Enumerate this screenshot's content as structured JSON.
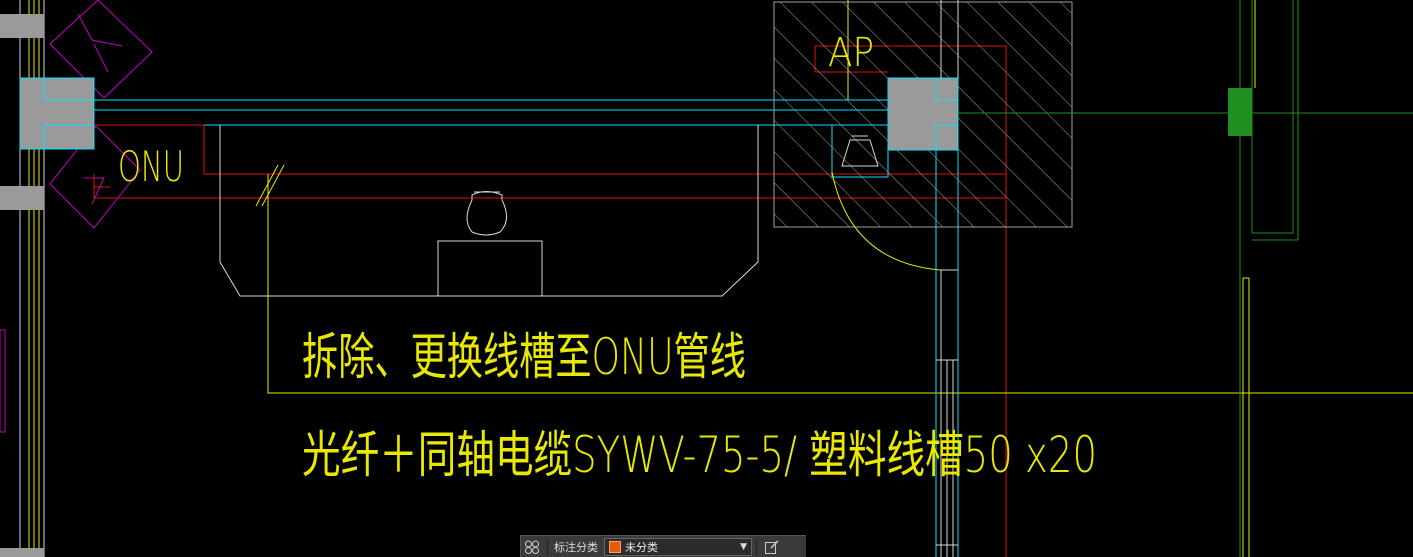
{
  "drawing": {
    "labels": {
      "ap": "AP",
      "onu": "ONU",
      "note_line1": "拆除、更换线槽至ONU管线",
      "note_line2": "光纤＋同轴电缆SYWV-75-5/ 塑料线槽50 x20"
    },
    "colors": {
      "background": "#000000",
      "cyan": "#00e5ff",
      "red": "#e01010",
      "white": "#d9d9d9",
      "yellow": "#e8e800",
      "magenta": "#c000c0",
      "green": "#1f8f1f",
      "gray_block": "#9a9a9a",
      "hatch": "#a0a0a0"
    }
  },
  "toolbar": {
    "category_label": "标注分类",
    "category_value": "未分类",
    "left_icon": "annotation-group-icon",
    "right_icon": "edit-icon"
  }
}
